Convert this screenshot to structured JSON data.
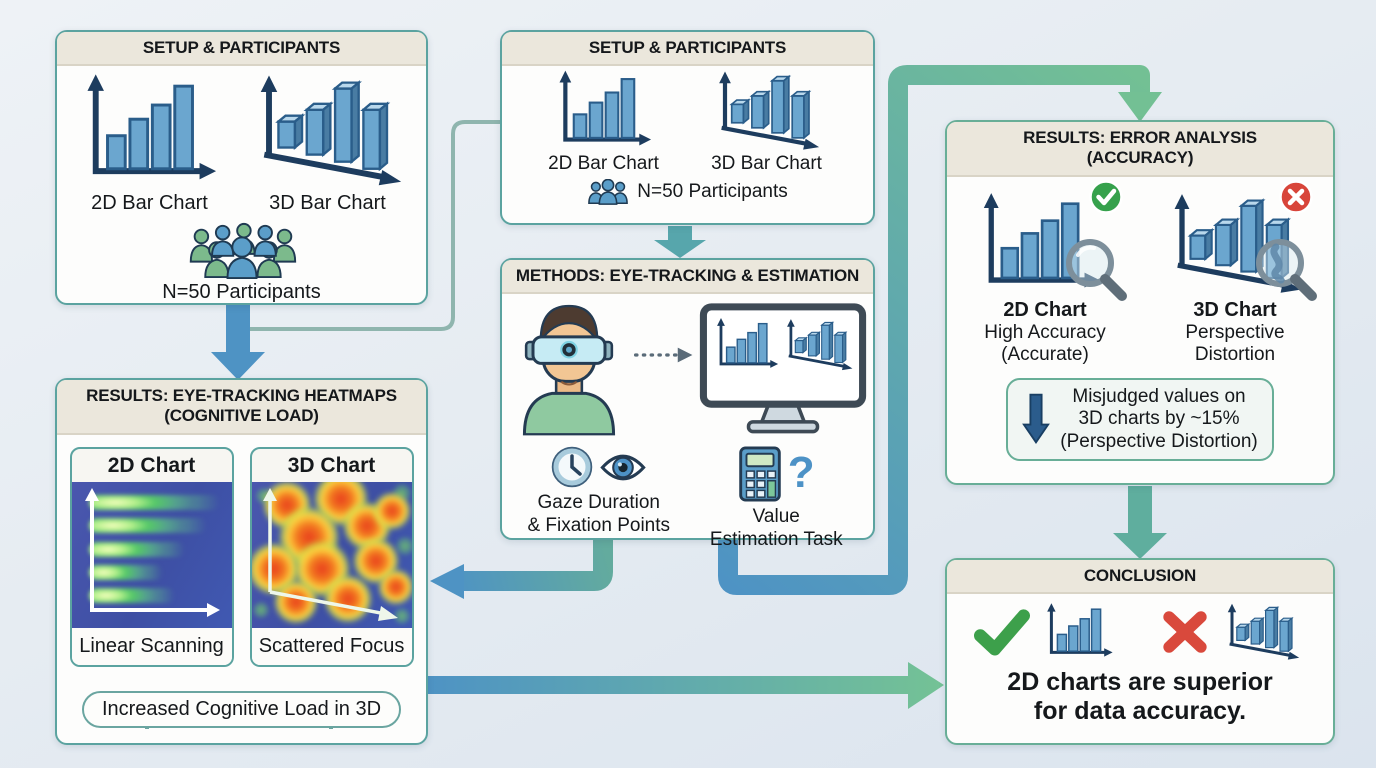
{
  "colors": {
    "arrow_blue": "#4e93c4",
    "arrow_teal": "#57a6ac",
    "arrow_green": "#74c295",
    "arrow_teal_green": "#5fae9e",
    "box_border_teal": "#5ba3a0",
    "box_border_green": "#68ae97",
    "header_bg": "#ebe7dc",
    "check_green": "#36a14c",
    "cross_red": "#d8453a",
    "bar_blue": "#6ba6cf",
    "heatmap_bg": "#4351a8",
    "heatmap_hot": "#e83c1e"
  },
  "boxes": {
    "setup_left": {
      "title": "SETUP & PARTICIPANTS",
      "chart_2d_label": "2D Bar Chart",
      "chart_3d_label": "3D Bar Chart",
      "participants_label": "N=50 Participants"
    },
    "setup_mid": {
      "title": "SETUP & PARTICIPANTS",
      "chart_2d_label": "2D Bar Chart",
      "chart_3d_label": "3D Bar Chart",
      "participants_label": "N=50 Participants"
    },
    "methods": {
      "title": "METHODS: EYE-TRACKING & ESTIMATION",
      "gaze_lines": [
        "Gaze Duration",
        "& Fixation Points"
      ],
      "value_lines": [
        "Value",
        "Estimation Task"
      ]
    },
    "error_analysis": {
      "title_lines": [
        "RESULTS: ERROR ANALYSIS",
        "(ACCURACY)"
      ],
      "chart_2d": {
        "name": "2D Chart",
        "desc_lines": [
          "High Accuracy",
          "(Accurate)"
        ]
      },
      "chart_3d": {
        "name": "3D Chart",
        "desc_lines": [
          "Perspective",
          "Distortion"
        ]
      },
      "callout_lines": [
        "Misjudged values on",
        "3D charts by ~15%",
        "(Perspective Distortion)"
      ]
    },
    "heatmaps": {
      "title_lines": [
        "RESULTS: EYE-TRACKING HEATMAPS",
        "(COGNITIVE LOAD)"
      ],
      "chart_2d": {
        "name": "2D Chart",
        "label": "Linear Scanning"
      },
      "chart_3d": {
        "name": "3D Chart",
        "label": "Scattered Focus"
      },
      "callout": "Increased Cognitive Load in 3D"
    },
    "conclusion": {
      "title": "CONCLUSION",
      "text_lines": [
        "2D charts are superior",
        "for data accuracy."
      ]
    }
  }
}
